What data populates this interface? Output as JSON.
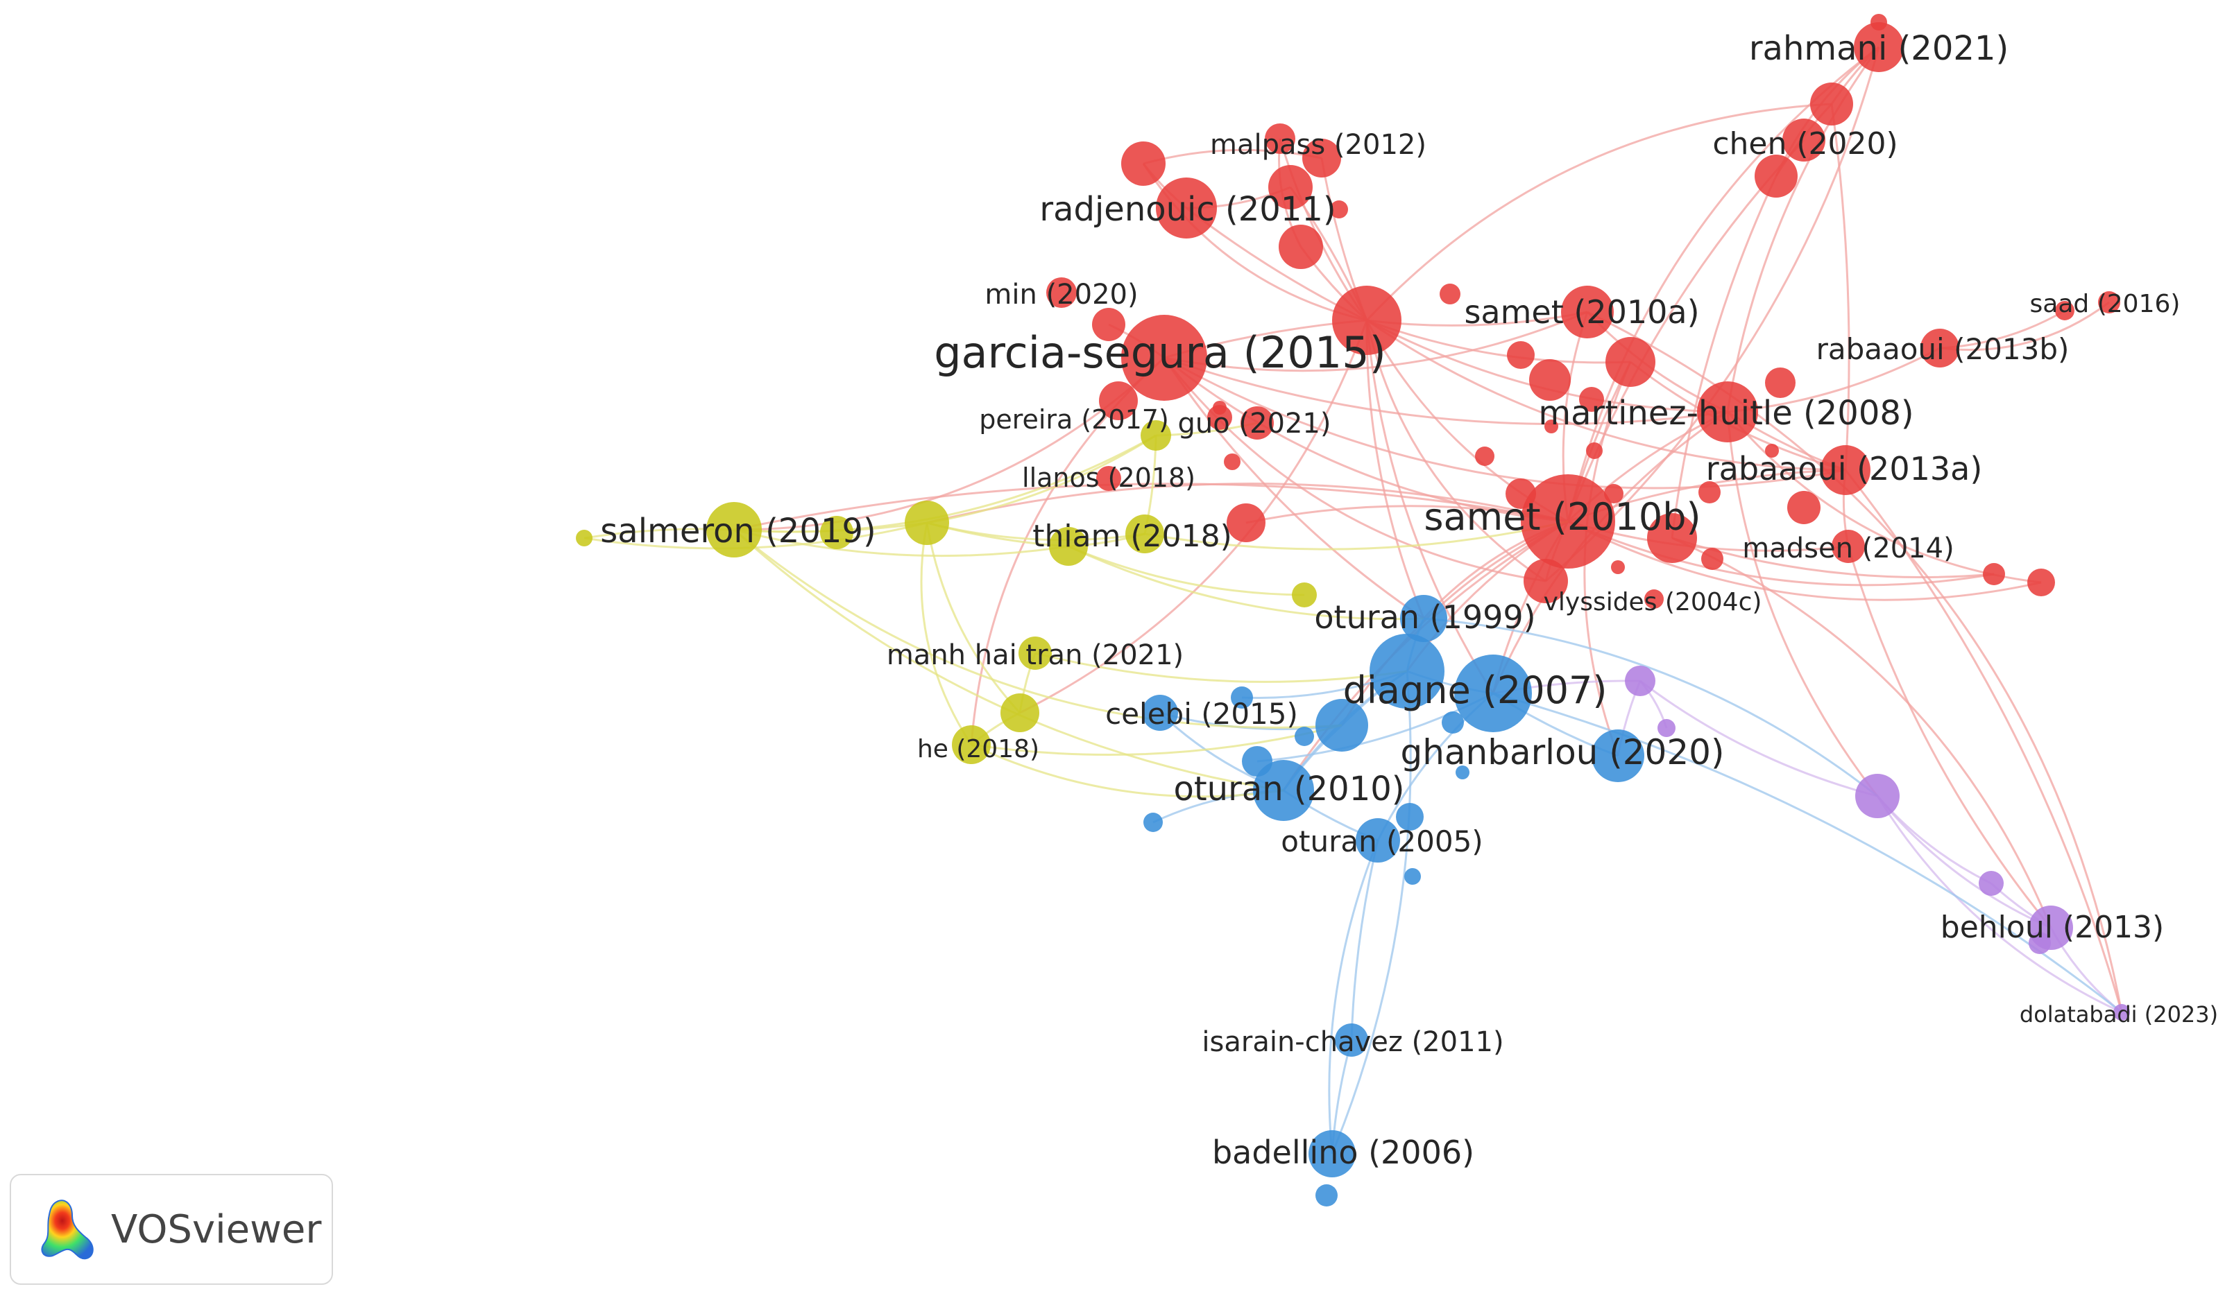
{
  "app": {
    "name": "VOSviewer"
  },
  "colors": {
    "red": "#e8403e",
    "blue": "#3a8fd9",
    "yellow": "#c8c81e",
    "purple": "#b27fe0"
  },
  "labels": [
    "rahmani (2021)",
    "chen (2020)",
    "malpass (2012)",
    "radjenouic (2011)",
    "min (2020)",
    "garcia-segura (2015)",
    "samet (2010a)",
    "saad (2016)",
    "rabaaoui (2013b)",
    "martinez-huitle (2008)",
    "pereira (2017)",
    "guo (2021)",
    "llanos (2018)",
    "rabaaoui (2013a)",
    "samet (2010b)",
    "salmeron (2019)",
    "thiam (2018)",
    "madsen (2014)",
    "vlyssides (2004c)",
    "oturan (1999)",
    "manh hai tran (2021)",
    "diagne (2007)",
    "celebi (2015)",
    "he (2018)",
    "ghanbarlou (2020)",
    "oturan (2010)",
    "oturan (2005)",
    "behloul (2013)",
    "dolatabadi (2023)",
    "isarain-chavez (2011)",
    "badellino (2006)"
  ]
}
